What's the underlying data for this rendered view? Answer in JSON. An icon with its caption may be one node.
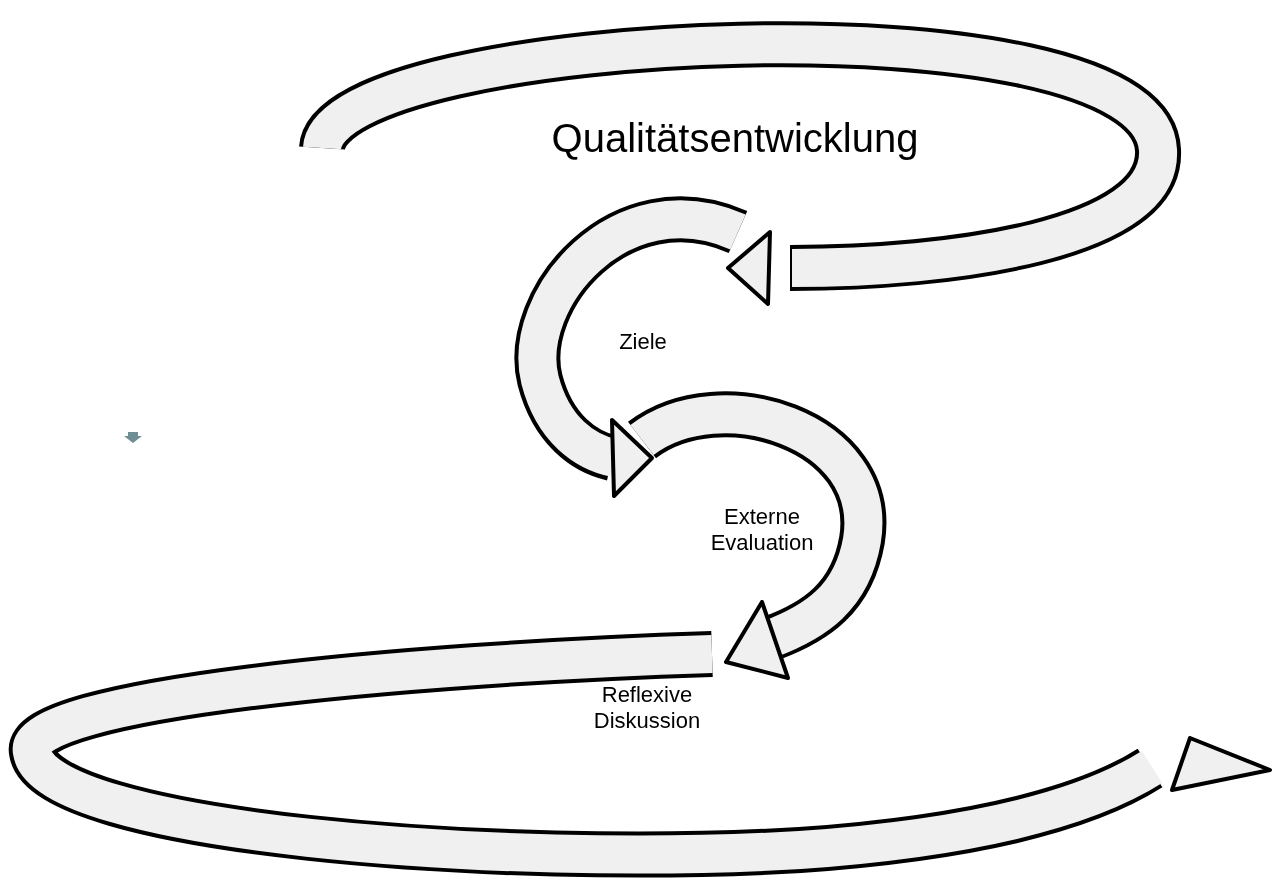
{
  "diagram": {
    "labels": [
      "Qualitätsentwicklung",
      "Ziele",
      "Externe Evaluation",
      "Reflexive Diskussion"
    ]
  }
}
